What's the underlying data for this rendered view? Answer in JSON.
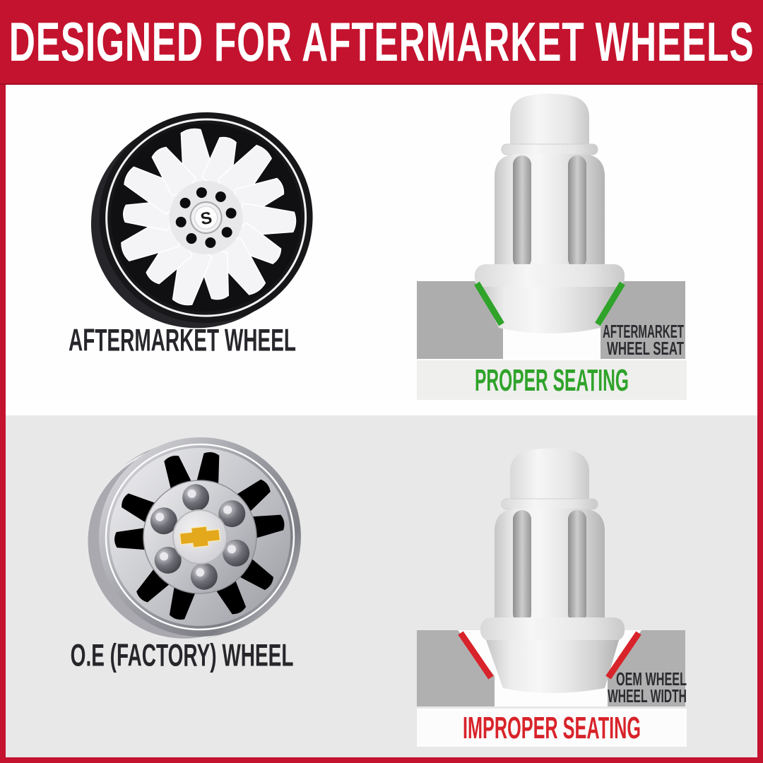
{
  "banner": {
    "title": "DESIGNED FOR AFTERMARKET WHEELS",
    "background_color": "#c4132e",
    "text_color": "#ffffff"
  },
  "colors": {
    "frame_red": "#c4132e",
    "top_panel_bg": "#fefefe",
    "bottom_panel_bg": "#e8e8e8",
    "wheel_block_gray": "#adadad",
    "proper_green": "#2fa32a",
    "improper_red": "#d8232a",
    "label_dark": "#26262b"
  },
  "top_panel": {
    "wheel_label": "AFTERMARKET WHEEL",
    "wheel_center_cap_logo": "S",
    "diagram": {
      "seat_label_line1": "AFTERMARKET",
      "seat_label_line2": "WHEEL SEAT",
      "caption": "PROPER SEATING",
      "accent_color": "#2fa32a"
    }
  },
  "bottom_panel": {
    "wheel_label": "O.E (FACTORY) WHEEL",
    "diagram": {
      "seat_label_line1": "OEM WHEEL",
      "seat_label_line2": "WHEEL WIDTH",
      "caption": "IMPROPER SEATING",
      "accent_color": "#d8232a"
    }
  }
}
